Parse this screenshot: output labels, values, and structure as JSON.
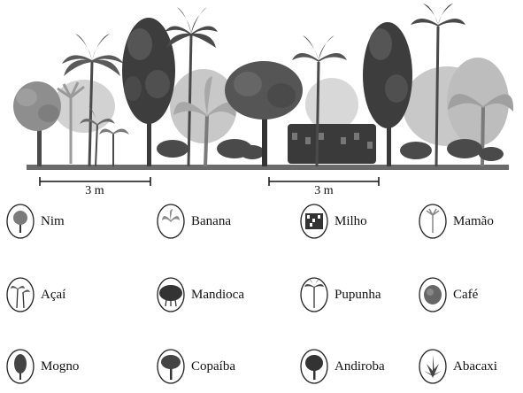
{
  "scale_bars": [
    {
      "label": "3 m"
    },
    {
      "label": "3 m"
    }
  ],
  "legend": [
    {
      "label": "Nim",
      "icon": "nim-icon"
    },
    {
      "label": "Banana",
      "icon": "banana-icon"
    },
    {
      "label": "Milho",
      "icon": "milho-icon"
    },
    {
      "label": "Mamão",
      "icon": "mamao-icon"
    },
    {
      "label": "Açaí",
      "icon": "acai-icon"
    },
    {
      "label": "Mandioca",
      "icon": "mandioca-icon"
    },
    {
      "label": "Pupunha",
      "icon": "pupunha-icon"
    },
    {
      "label": "Café",
      "icon": "cafe-icon"
    },
    {
      "label": "Mogno",
      "icon": "mogno-icon"
    },
    {
      "label": "Copaíba",
      "icon": "copaiba-icon"
    },
    {
      "label": "Andiroba",
      "icon": "andiroba-icon"
    },
    {
      "label": "Abacaxi",
      "icon": "abacaxi-icon"
    }
  ],
  "colors": {
    "ground": "#6b6b6b",
    "dark_foliage": "#3a3a3a",
    "mid_foliage": "#8a8a8a",
    "light_foliage": "#c4c4c4",
    "trunk": "#4a4a4a"
  }
}
